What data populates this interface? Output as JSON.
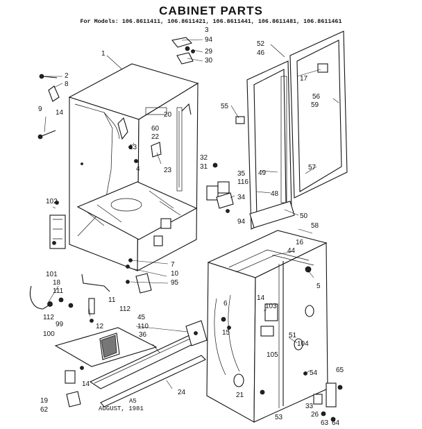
{
  "title": "CABINET PARTS",
  "models_line": "For Models: 106.8611411, 106.8611421, 106.8611441, 106.8611481, 106.8611461",
  "footer": {
    "code": "A5",
    "date": "AUGUST, 1981"
  },
  "callouts": [
    "3",
    "94",
    "29",
    "30",
    "1",
    "2",
    "8",
    "9",
    "14",
    "13",
    "4",
    "20",
    "60",
    "22",
    "23",
    "52",
    "46",
    "17",
    "56",
    "59",
    "55",
    "32",
    "31",
    "35",
    "116",
    "34",
    "49",
    "48",
    "57",
    "50",
    "94",
    "102",
    "101",
    "18",
    "111",
    "112",
    "99",
    "100",
    "11",
    "12",
    "45",
    "110",
    "36",
    "24",
    "19",
    "62",
    "14",
    "112",
    "10",
    "95",
    "7",
    "58",
    "16",
    "44",
    "5",
    "6",
    "15",
    "14",
    "103",
    "51",
    "104",
    "105",
    "54",
    "65",
    "21",
    "53",
    "33",
    "26",
    "64",
    "63"
  ]
}
